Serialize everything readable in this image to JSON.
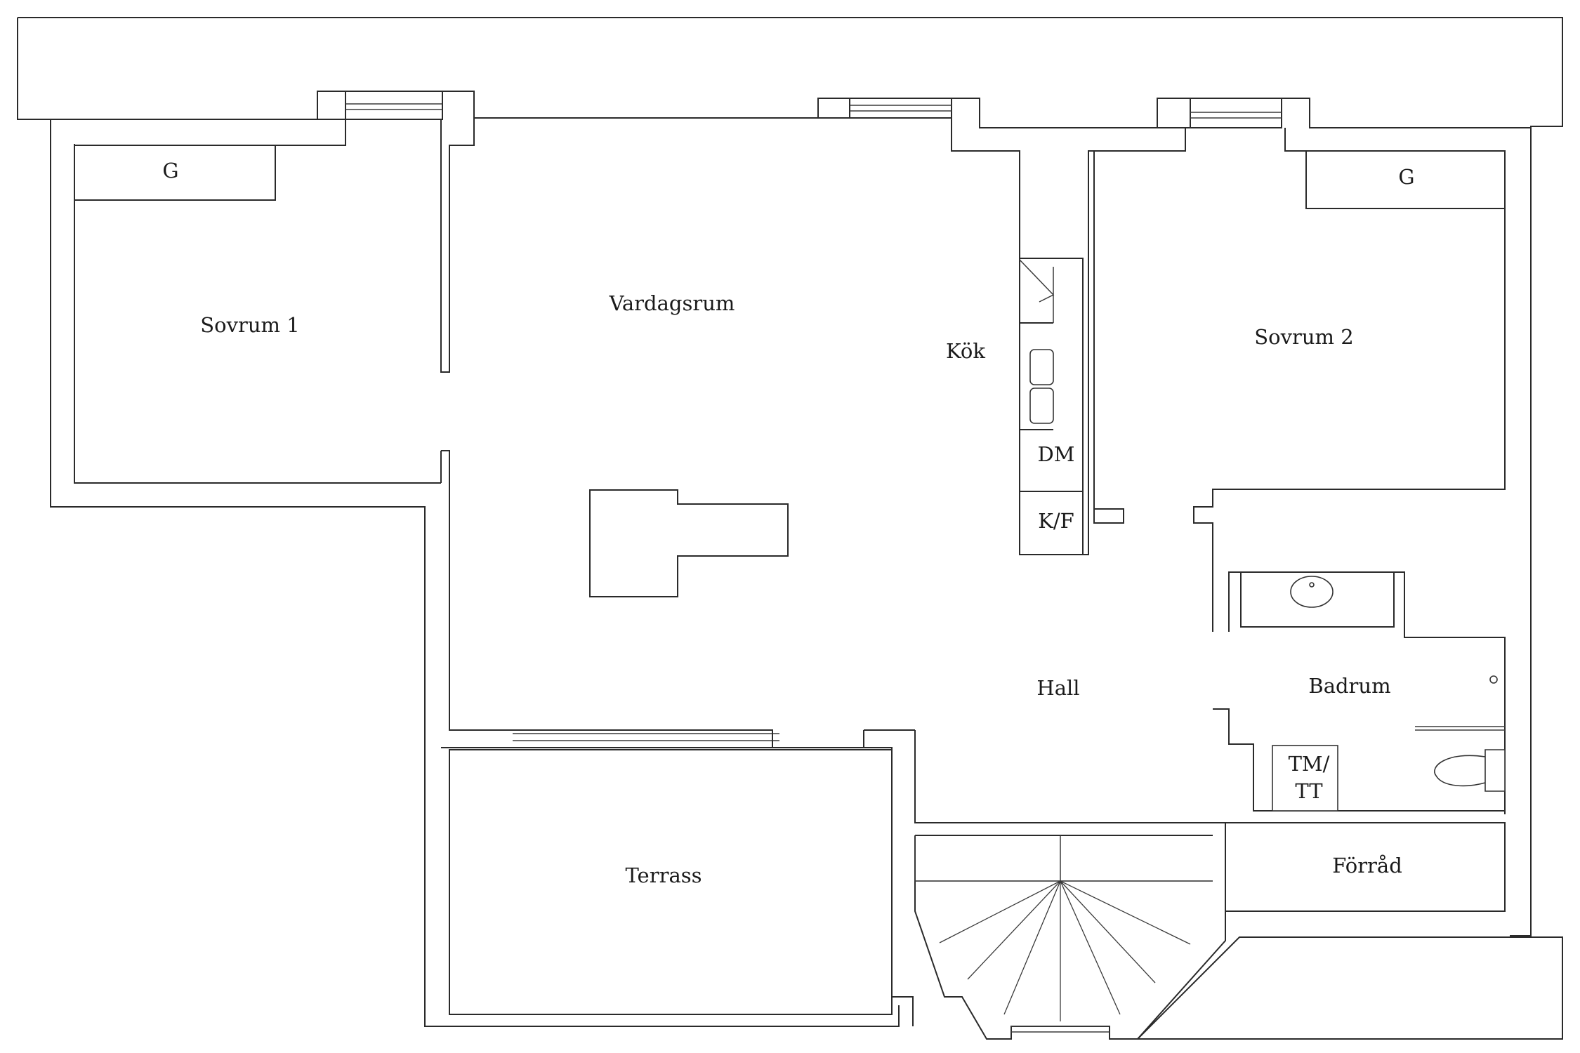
{
  "rooms": {
    "g_left": "G",
    "g_right": "G",
    "sovrum1": "Sovrum 1",
    "vardagsrum": "Vardagsrum",
    "kok": "Kök",
    "sovrum2": "Sovrum 2",
    "dm": "DM",
    "kf": "K/F",
    "hall": "Hall",
    "badrum": "Badrum",
    "tm": "TM/",
    "tt": "TT",
    "terrass": "Terrass",
    "forrad": "Förråd"
  },
  "colors": {
    "line": "#2a2a2a",
    "background": "#ffffff"
  }
}
